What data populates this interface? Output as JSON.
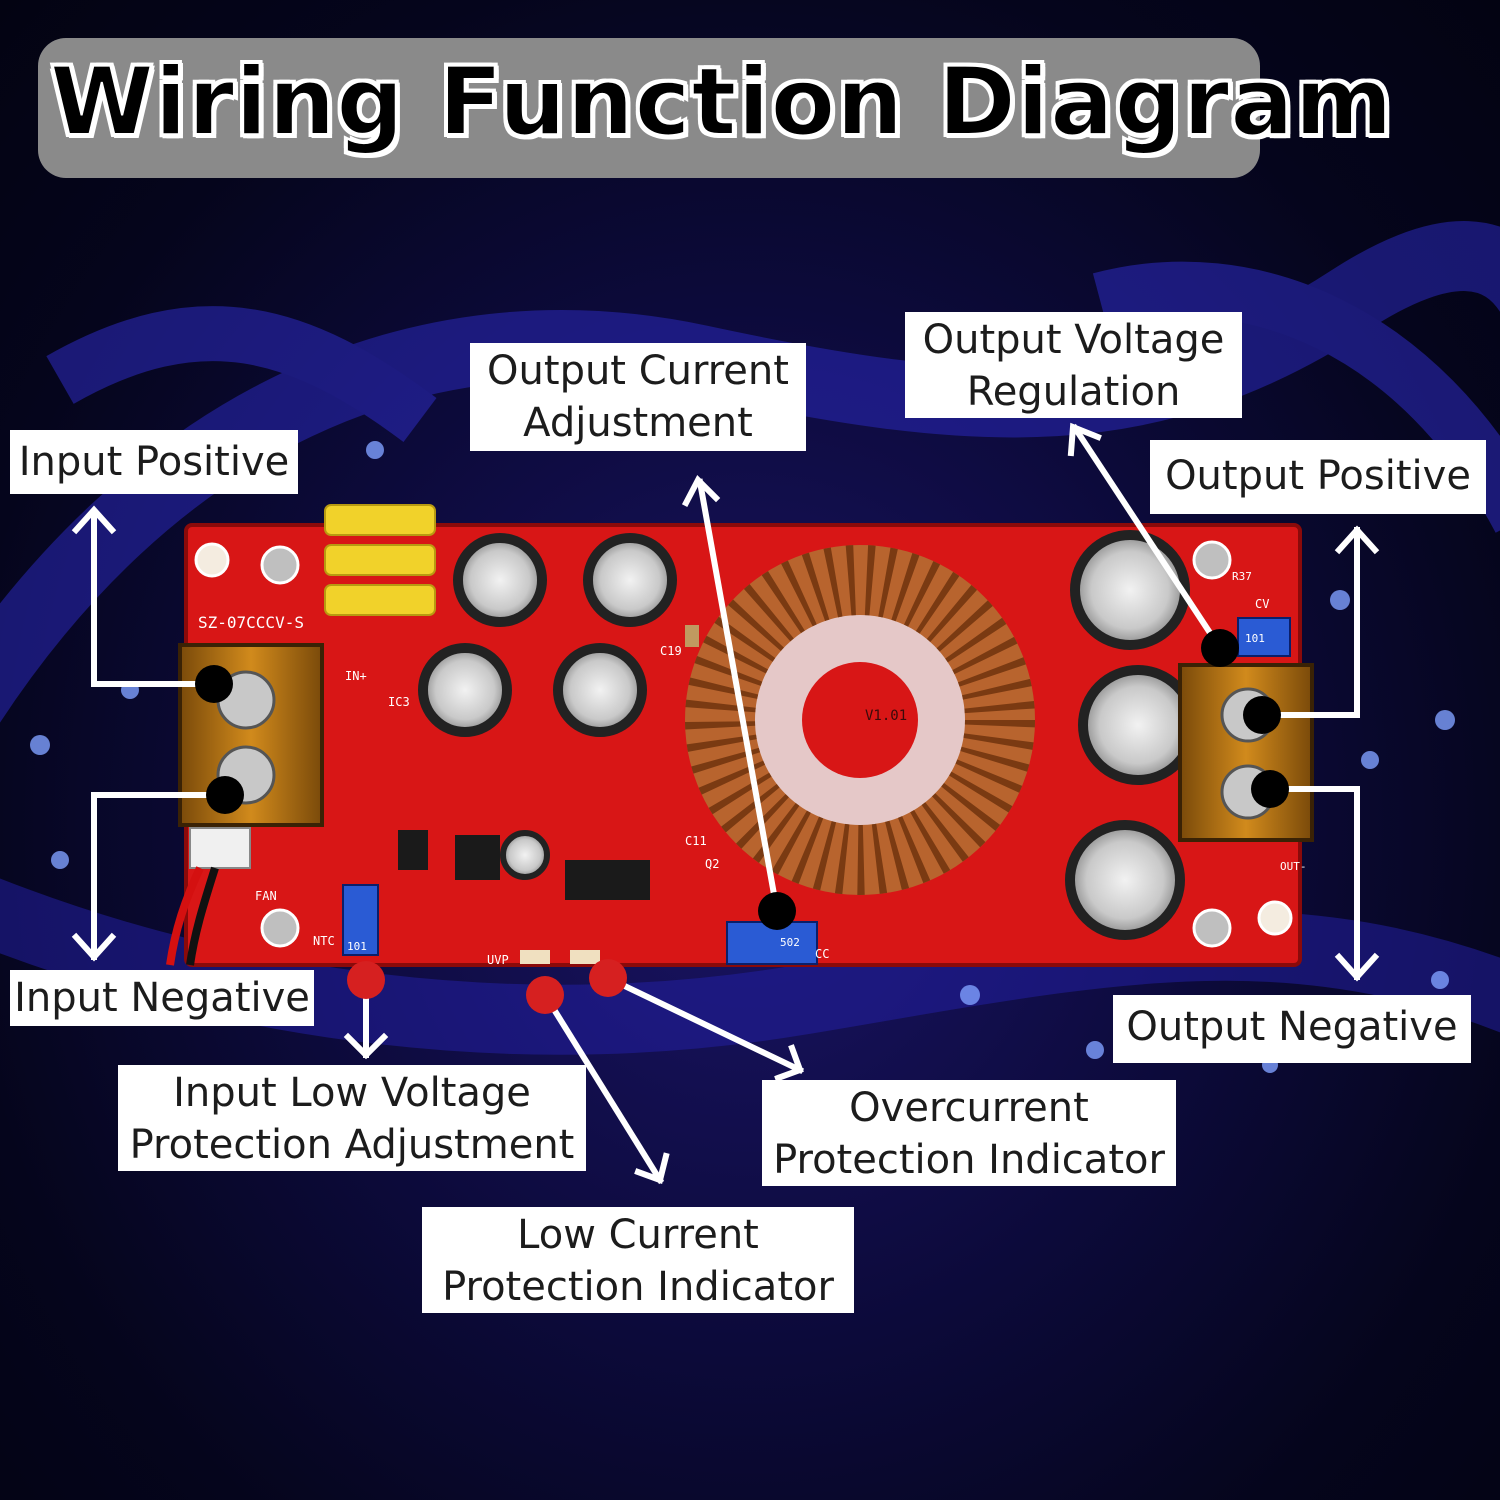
{
  "title": "Wiring Function Diagram",
  "colors": {
    "board": "#e01818",
    "copper": "#b8642e",
    "pointer_black": "#000000",
    "pointer_red": "#d62020",
    "label_bg": "#ffffff",
    "title_bg": "#8a8a8a"
  },
  "board_silkscreen": {
    "model": "SZ-07CCCV-S",
    "coil_version": "V1.01",
    "marks": [
      "IN+",
      "IC3",
      "C19",
      "C11",
      "Q2",
      "UVP",
      "NTC",
      "FAN",
      "CV",
      "CC",
      "R37",
      "OUT-"
    ],
    "pot_uvp": "101",
    "pot_cc": "502",
    "pot_cv": "101"
  },
  "labels": {
    "input_positive": [
      "Input Positive"
    ],
    "input_negative": [
      "Input Negative"
    ],
    "output_current_adjustment": [
      "Output Current",
      "Adjustment"
    ],
    "output_voltage_regulation": [
      "Output Voltage",
      "Regulation"
    ],
    "output_positive": [
      "Output Positive"
    ],
    "output_negative": [
      "Output Negative"
    ],
    "input_low_voltage_protection_adjustment": [
      "Input Low Voltage",
      "Protection Adjustment"
    ],
    "overcurrent_protection_indicator": [
      "Overcurrent",
      "Protection Indicator"
    ],
    "low_current_protection_indicator": [
      "Low Current",
      "Protection Indicator"
    ]
  }
}
